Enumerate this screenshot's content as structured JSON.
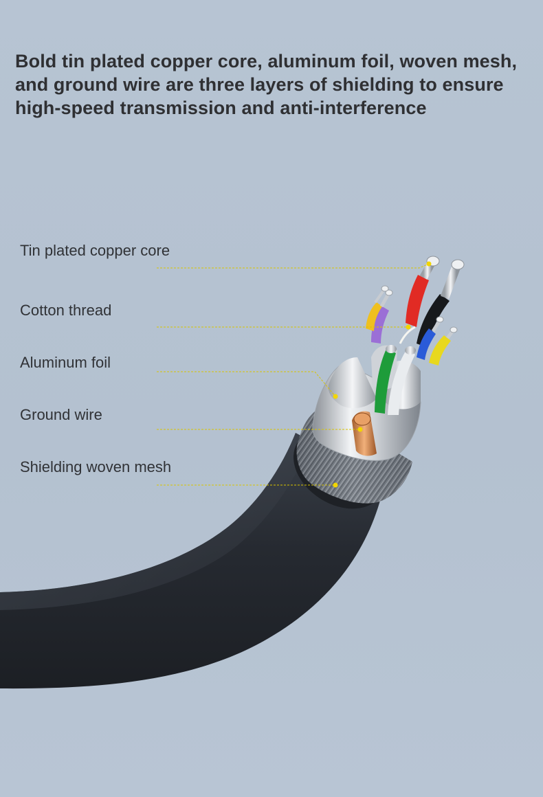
{
  "headline": [
    "Bold tin plated copper core, aluminum foil, woven mesh,",
    "and ground wire are three layers of shielding to ensure",
    "high-speed transmission and anti-interference"
  ],
  "callouts": [
    {
      "label": "Tin plated copper core"
    },
    {
      "label": "Cotton thread"
    },
    {
      "label": "Aluminum foil"
    },
    {
      "label": "Ground wire"
    },
    {
      "label": "Shielding woven mesh"
    }
  ],
  "colors": {
    "background": "#b7c4d3",
    "text": "#303236",
    "leader_line": "#e3c400",
    "cable_jacket": "#2a2e35"
  },
  "icons": [
    "usb-cable-cross-section-illustration"
  ]
}
